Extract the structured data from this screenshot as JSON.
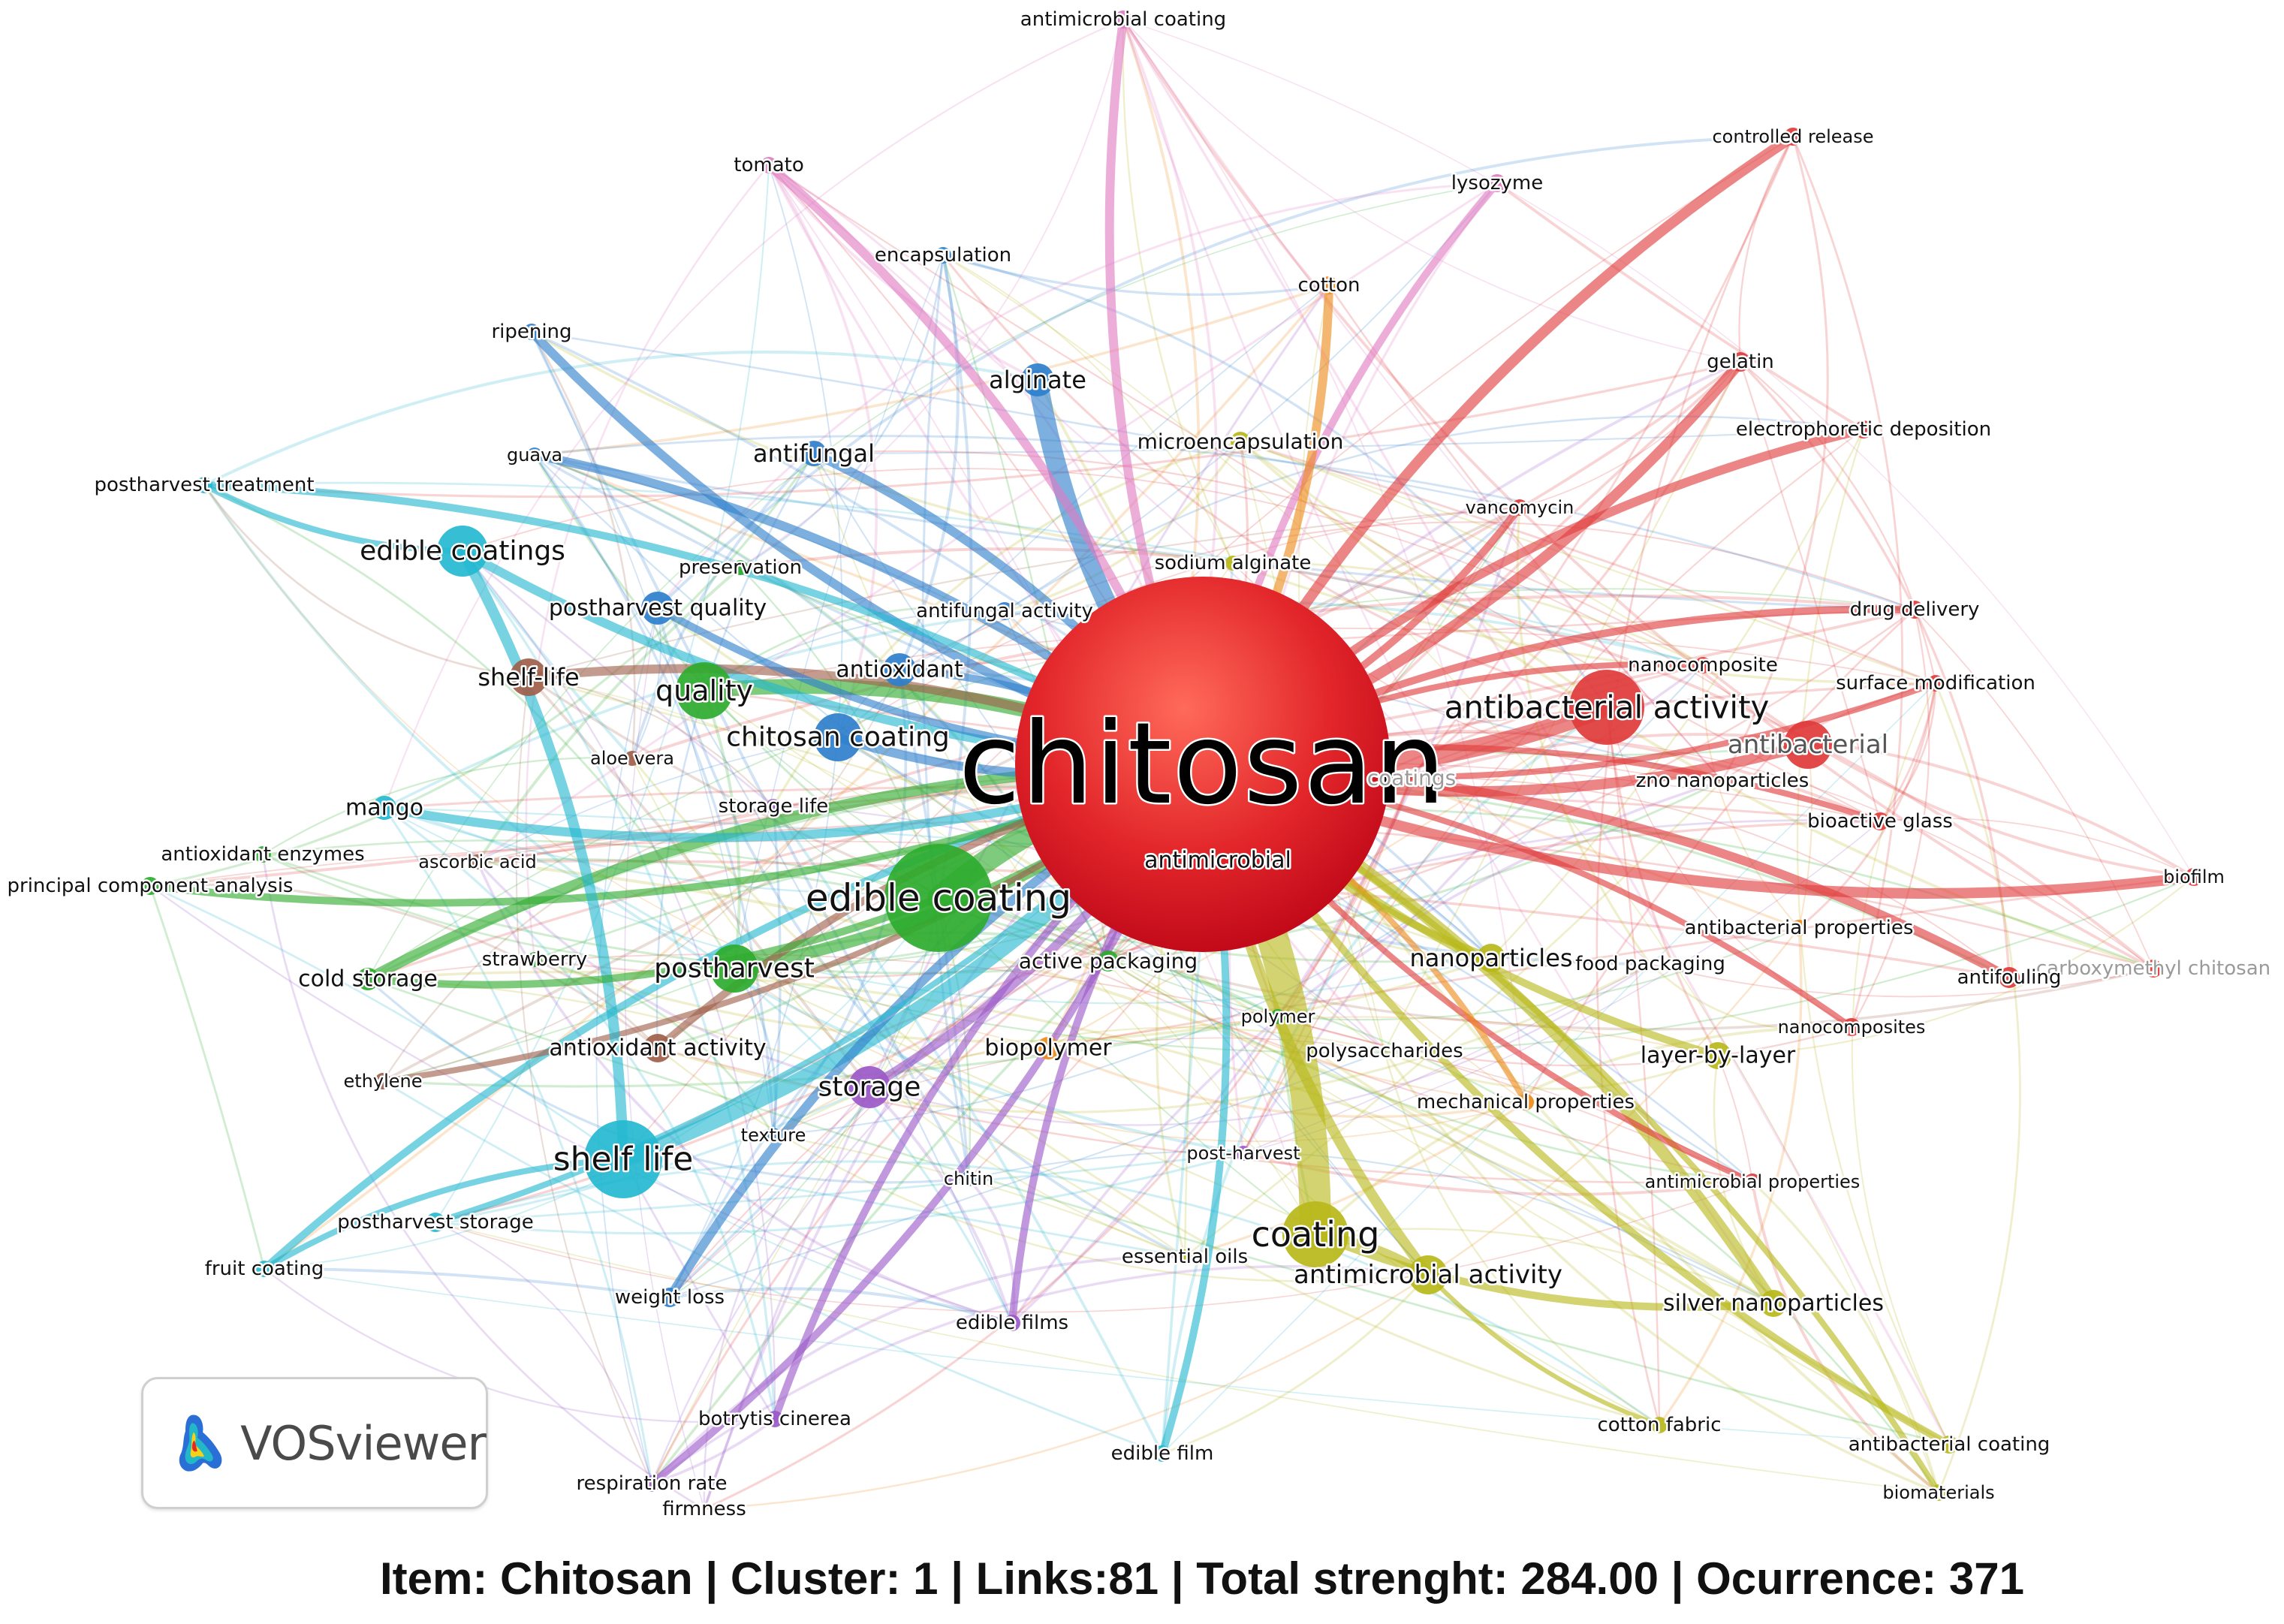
{
  "app": {
    "logo_text": "VOSviewer"
  },
  "caption": "Item: Chitosan | Cluster: 1 | Links:81 | Total strenght: 284.00 | Ocurrence: 371",
  "clusters": {
    "red": "#e03b3b",
    "green": "#2eab2e",
    "blue": "#2e7fcc",
    "yellow": "#b8b81a",
    "purple": "#9b59c8",
    "cyan": "#24b8d0",
    "orange": "#ee8a1c",
    "brown": "#a0604a",
    "pink": "#e07ac2"
  },
  "nodes": [
    {
      "id": "chitosan",
      "label": "chitosan",
      "cluster": "red"
    },
    {
      "id": "antimicrobial",
      "label": "antimicrobial",
      "cluster": "red"
    },
    {
      "id": "antibacterial-activity",
      "label": "antibacterial activity",
      "cluster": "red"
    },
    {
      "id": "antibacterial",
      "label": "antibacterial",
      "cluster": "red"
    },
    {
      "id": "coatings",
      "label": "coatings",
      "cluster": "red"
    },
    {
      "id": "controlled-release",
      "label": "controlled release",
      "cluster": "red"
    },
    {
      "id": "gelatin",
      "label": "gelatin",
      "cluster": "red"
    },
    {
      "id": "electrophoretic-deposition",
      "label": "electrophoretic deposition",
      "cluster": "red"
    },
    {
      "id": "vancomycin",
      "label": "vancomycin",
      "cluster": "red"
    },
    {
      "id": "drug-delivery",
      "label": "drug delivery",
      "cluster": "red"
    },
    {
      "id": "nanocomposite",
      "label": "nanocomposite",
      "cluster": "red"
    },
    {
      "id": "surface-modification",
      "label": "surface modification",
      "cluster": "red"
    },
    {
      "id": "zno-nanoparticles",
      "label": "zno nanoparticles",
      "cluster": "red"
    },
    {
      "id": "bioactive-glass",
      "label": "bioactive glass",
      "cluster": "red"
    },
    {
      "id": "biofilm",
      "label": "biofilm",
      "cluster": "red"
    },
    {
      "id": "carboxymethyl-chitosan",
      "label": "carboxymethyl chitosan",
      "cluster": "red"
    },
    {
      "id": "antifouling",
      "label": "antifouling",
      "cluster": "red"
    },
    {
      "id": "nanocomposites",
      "label": "nanocomposites",
      "cluster": "red"
    },
    {
      "id": "antimicrobial-properties",
      "label": "antimicrobial properties",
      "cluster": "red"
    },
    {
      "id": "edible-coating",
      "label": "edible coating",
      "cluster": "green"
    },
    {
      "id": "quality",
      "label": "quality",
      "cluster": "green"
    },
    {
      "id": "postharvest",
      "label": "postharvest",
      "cluster": "green"
    },
    {
      "id": "preservation",
      "label": "preservation",
      "cluster": "green"
    },
    {
      "id": "cold-storage",
      "label": "cold storage",
      "cluster": "green"
    },
    {
      "id": "principal-component-analysis",
      "label": "principal component analysis",
      "cluster": "green"
    },
    {
      "id": "antioxidant-enzymes",
      "label": "antioxidant enzymes",
      "cluster": "green"
    },
    {
      "id": "strawberry",
      "label": "strawberry",
      "cluster": "green"
    },
    {
      "id": "active-packaging",
      "label": "active packaging",
      "cluster": "green"
    },
    {
      "id": "polymer",
      "label": "polymer",
      "cluster": "green"
    },
    {
      "id": "alginate",
      "label": "alginate",
      "cluster": "blue"
    },
    {
      "id": "antifungal",
      "label": "antifungal",
      "cluster": "blue"
    },
    {
      "id": "encapsulation",
      "label": "encapsulation",
      "cluster": "blue"
    },
    {
      "id": "ripening",
      "label": "ripening",
      "cluster": "blue"
    },
    {
      "id": "guava",
      "label": "guava",
      "cluster": "blue"
    },
    {
      "id": "postharvest-quality",
      "label": "postharvest quality",
      "cluster": "blue"
    },
    {
      "id": "antioxidant",
      "label": "antioxidant",
      "cluster": "blue"
    },
    {
      "id": "chitosan-coating",
      "label": "chitosan coating",
      "cluster": "blue"
    },
    {
      "id": "antifungal-activity",
      "label": "antifungal activity",
      "cluster": "blue"
    },
    {
      "id": "weight-loss",
      "label": "weight loss",
      "cluster": "blue"
    },
    {
      "id": "chitin",
      "label": "chitin",
      "cluster": "blue"
    },
    {
      "id": "texture",
      "label": "texture",
      "cluster": "blue"
    },
    {
      "id": "coating",
      "label": "coating",
      "cluster": "yellow"
    },
    {
      "id": "antimicrobial-activity",
      "label": "antimicrobial activity",
      "cluster": "yellow"
    },
    {
      "id": "nanoparticles",
      "label": "nanoparticles",
      "cluster": "yellow"
    },
    {
      "id": "silver-nanoparticles",
      "label": "silver nanoparticles",
      "cluster": "yellow"
    },
    {
      "id": "layer-by-layer",
      "label": "layer-by-layer",
      "cluster": "yellow"
    },
    {
      "id": "microencapsulation",
      "label": "microencapsulation",
      "cluster": "yellow"
    },
    {
      "id": "sodium-alginate",
      "label": "sodium alginate",
      "cluster": "yellow"
    },
    {
      "id": "cotton-fabric",
      "label": "cotton fabric",
      "cluster": "yellow"
    },
    {
      "id": "antibacterial-coating",
      "label": "antibacterial coating",
      "cluster": "yellow"
    },
    {
      "id": "biomaterials",
      "label": "biomaterials",
      "cluster": "yellow"
    },
    {
      "id": "food-packaging",
      "label": "food packaging",
      "cluster": "yellow"
    },
    {
      "id": "polysaccharides",
      "label": "polysaccharides",
      "cluster": "yellow"
    },
    {
      "id": "essential-oils",
      "label": "essential oils",
      "cluster": "yellow"
    },
    {
      "id": "storage",
      "label": "storage",
      "cluster": "purple"
    },
    {
      "id": "botrytis-cinerea",
      "label": "botrytis cinerea",
      "cluster": "purple"
    },
    {
      "id": "respiration-rate",
      "label": "respiration rate",
      "cluster": "purple"
    },
    {
      "id": "firmness",
      "label": "firmness",
      "cluster": "purple"
    },
    {
      "id": "edible-films",
      "label": "edible films",
      "cluster": "purple"
    },
    {
      "id": "post-harvest",
      "label": "post-harvest",
      "cluster": "purple"
    },
    {
      "id": "storage-life",
      "label": "storage life",
      "cluster": "purple"
    },
    {
      "id": "shelf-life",
      "label": "shelf life",
      "cluster": "cyan"
    },
    {
      "id": "edible-coatings",
      "label": "edible coatings",
      "cluster": "cyan"
    },
    {
      "id": "mango",
      "label": "mango",
      "cluster": "cyan"
    },
    {
      "id": "postharvest-treatment",
      "label": "postharvest treatment",
      "cluster": "cyan"
    },
    {
      "id": "fruit-coating",
      "label": "fruit coating",
      "cluster": "cyan"
    },
    {
      "id": "postharvest-storage",
      "label": "postharvest storage",
      "cluster": "cyan"
    },
    {
      "id": "edible-film",
      "label": "edible film",
      "cluster": "cyan"
    },
    {
      "id": "biopolymer",
      "label": "biopolymer",
      "cluster": "orange"
    },
    {
      "id": "cotton",
      "label": "cotton",
      "cluster": "orange"
    },
    {
      "id": "antibacterial-properties",
      "label": "antibacterial properties",
      "cluster": "orange"
    },
    {
      "id": "mechanical-properties",
      "label": "mechanical properties",
      "cluster": "orange"
    },
    {
      "id": "shelf-life-hyphen",
      "label": "shelf-life",
      "cluster": "brown"
    },
    {
      "id": "aloe-vera",
      "label": "aloe vera",
      "cluster": "brown"
    },
    {
      "id": "ascorbic-acid",
      "label": "ascorbic acid",
      "cluster": "brown"
    },
    {
      "id": "antioxidant-activity",
      "label": "antioxidant activity",
      "cluster": "brown"
    },
    {
      "id": "ethylene",
      "label": "ethylene",
      "cluster": "brown"
    },
    {
      "id": "antimicrobial-coating",
      "label": "antimicrobial coating",
      "cluster": "pink"
    },
    {
      "id": "tomato",
      "label": "tomato",
      "cluster": "pink"
    },
    {
      "id": "lysozyme",
      "label": "lysozyme",
      "cluster": "pink"
    }
  ]
}
